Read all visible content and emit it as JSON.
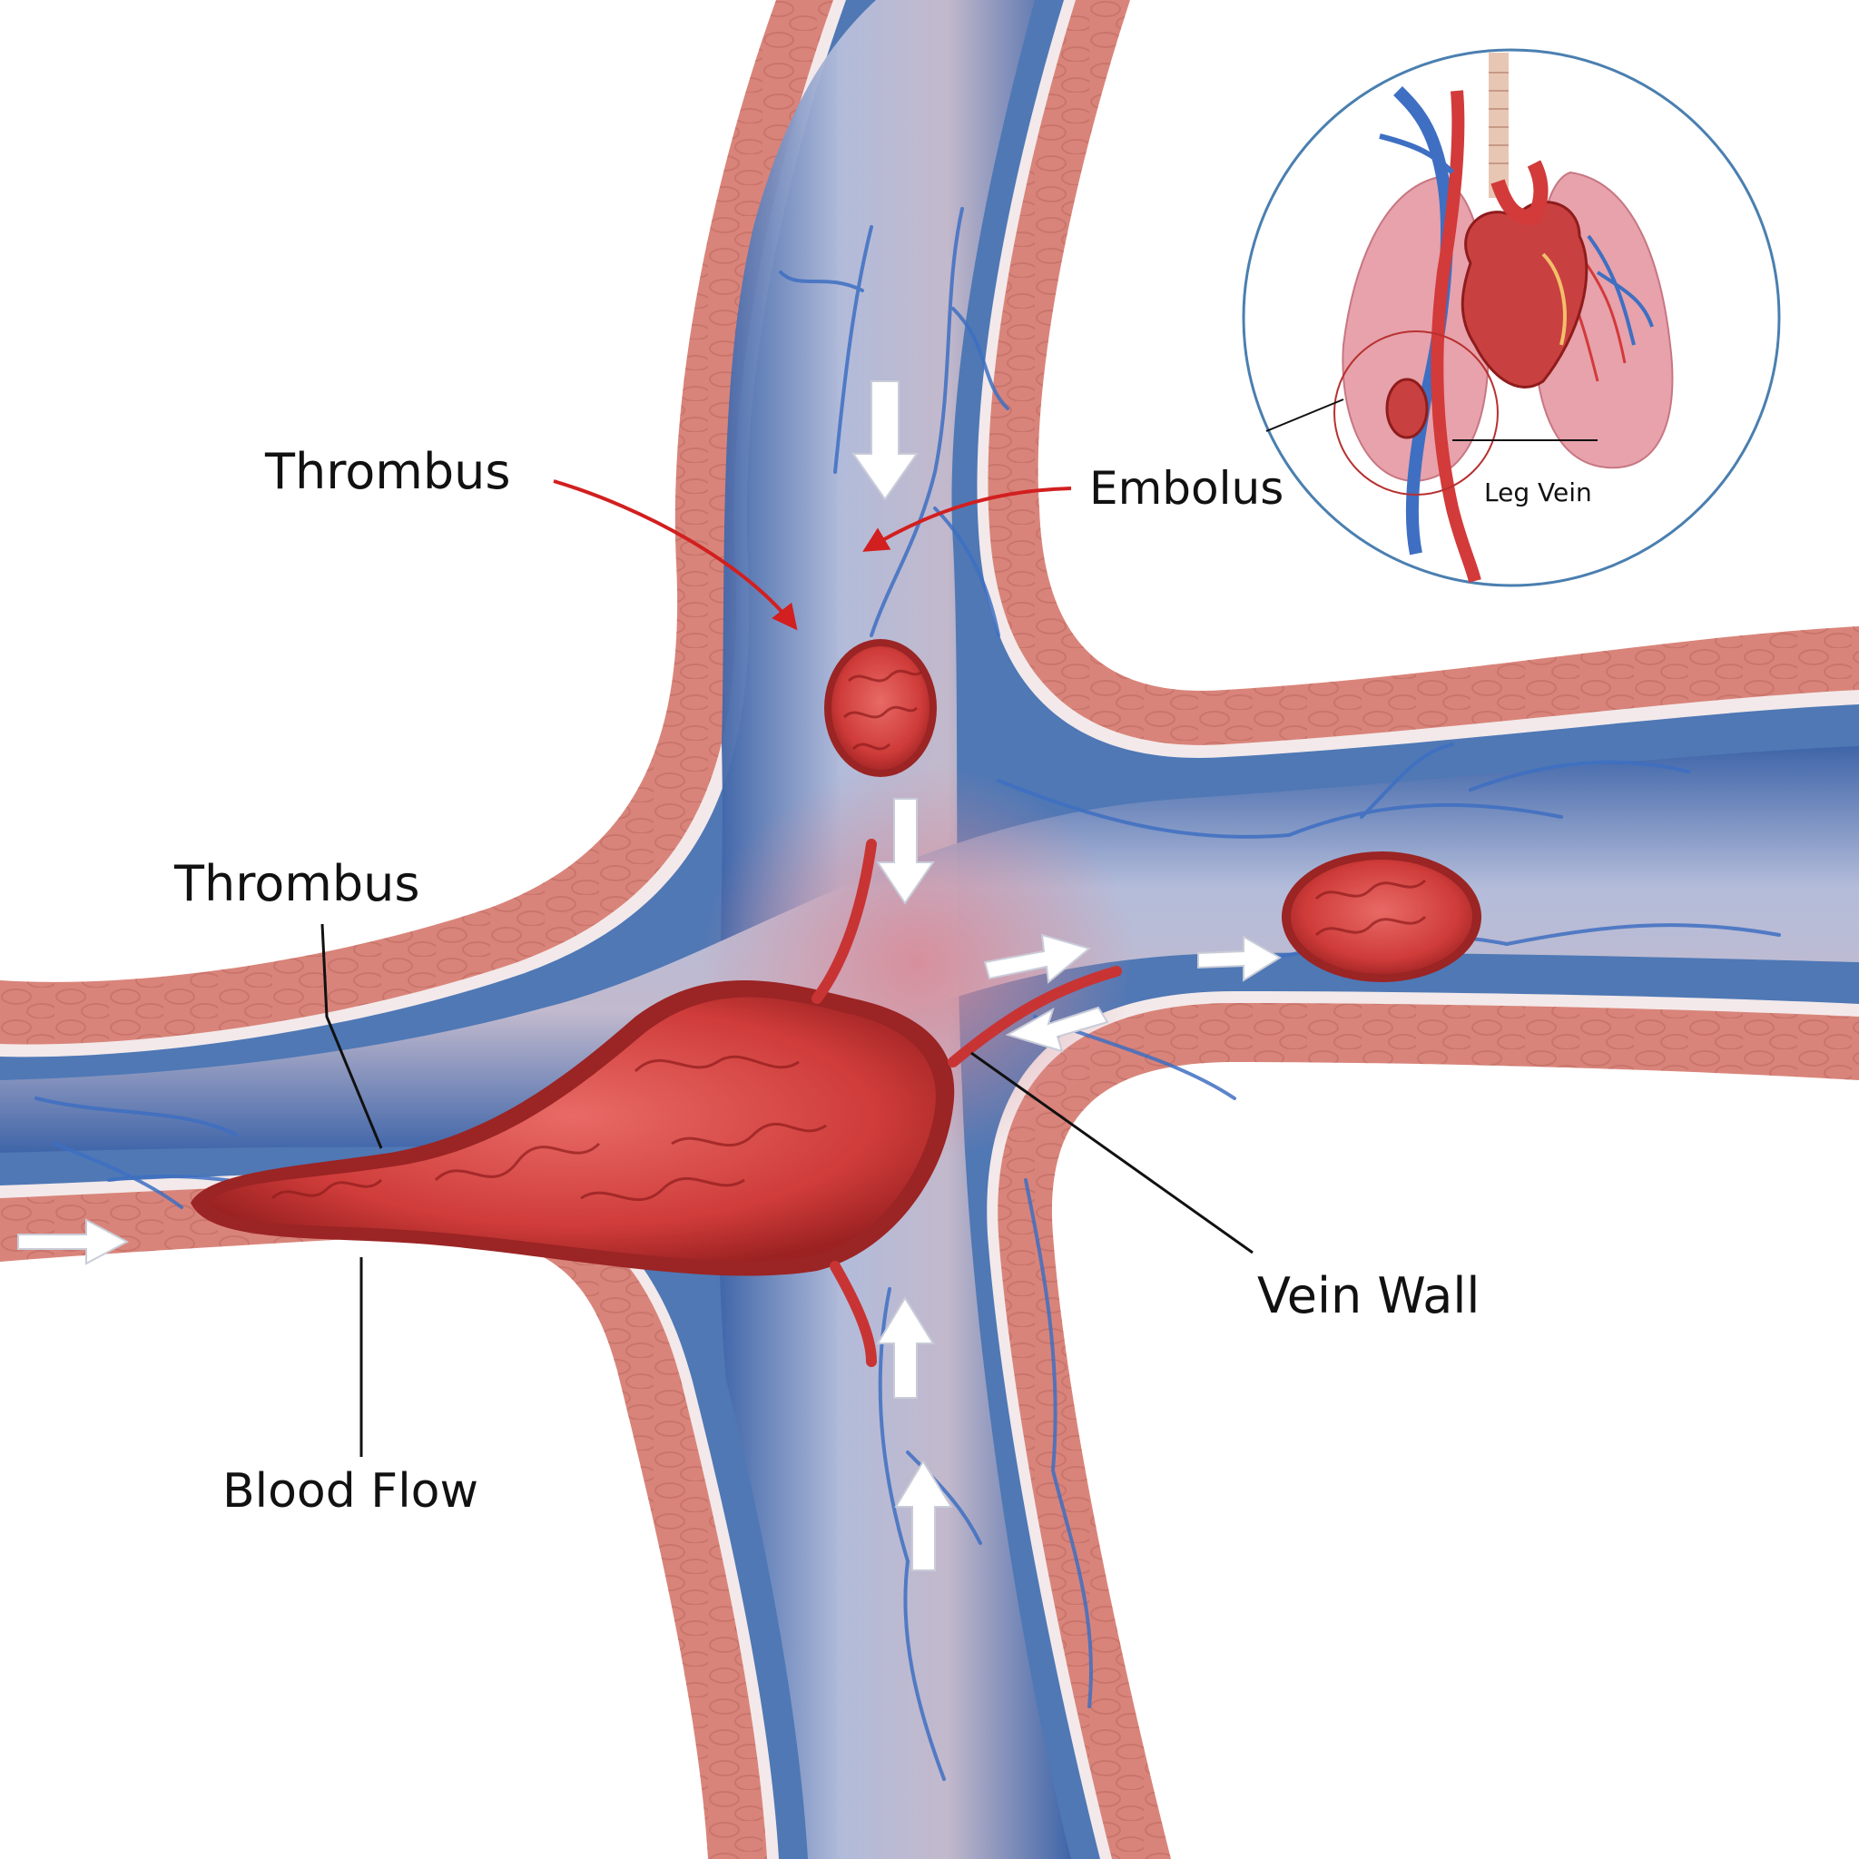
{
  "labels": {
    "thrombus_top": "Thrombus",
    "embolus": "Embolus",
    "thrombus_left": "Thrombus",
    "vein_wall": "Vein Wall",
    "blood_flow": "Blood Flow",
    "inset_leg_vein": "Leg Vein"
  },
  "colors": {
    "vein_outer": "#d9847a",
    "vein_outer_dark": "#b85a52",
    "vein_inner": "#4f78b5",
    "vein_lumen": "#c5cbe2",
    "thrombus": "#d94747",
    "thrombus_dark": "#a82a2a",
    "leader_red": "#d21f1f",
    "inset_ring": "#4a7fb0"
  }
}
